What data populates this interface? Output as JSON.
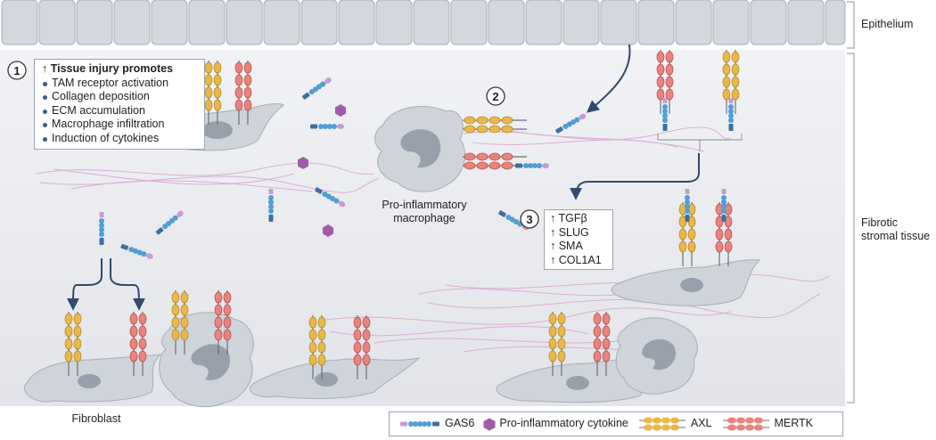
{
  "regions": {
    "epithelium": "Epithelium",
    "stroma_line1": "Fibrotic",
    "stroma_line2": "stromal tissue"
  },
  "steps": [
    "1",
    "2",
    "3"
  ],
  "injury_box": {
    "title": "↑ Tissue injury promotes",
    "items": [
      "TAM receptor activation",
      "Collagen deposition",
      "ECM accumulation",
      "Macrophage infiltration",
      "Induction of cytokines"
    ]
  },
  "macrophage_label": [
    "Pro-inflammatory",
    "macrophage"
  ],
  "fibroblast_label": "Fibroblast",
  "markers_box": [
    "↑ TGFβ",
    "↑ SLUG",
    "↑ SMA",
    "↑ COL1A1"
  ],
  "legend": {
    "gas6": "GAS6",
    "cytokine": "Pro-inflammatory cytokine",
    "axl": "AXL",
    "mertk": "MERTK"
  },
  "colors": {
    "axl": "#e8b84a",
    "mertk": "#e8837d",
    "gas6": "#4f9fd4",
    "gas6_tip": "#c79ad1",
    "cytokine": "#a05ca8",
    "cell": "#cfd3da",
    "nucleus": "#98a0ab",
    "fiber": "#d9a6d4",
    "arrow": "#2f4a6b"
  }
}
